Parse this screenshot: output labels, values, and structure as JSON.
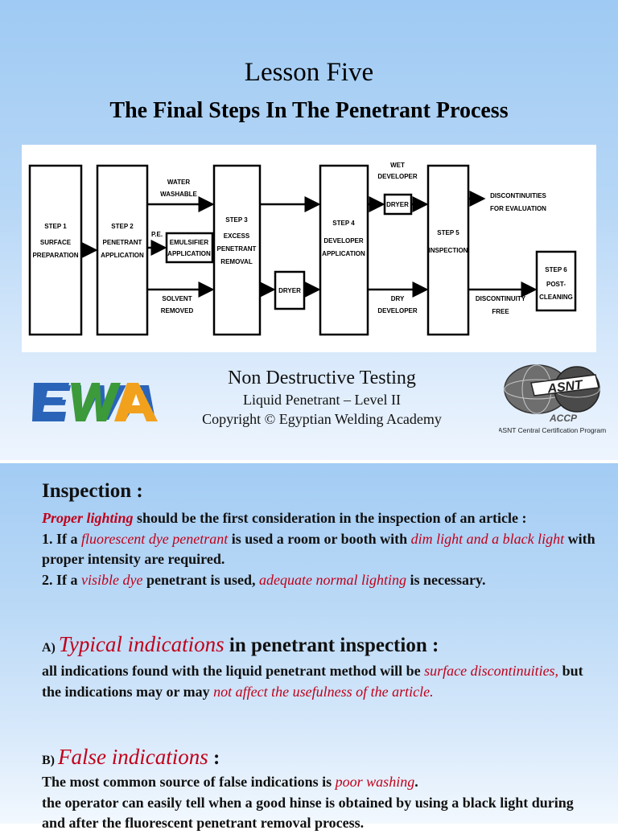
{
  "slide1": {
    "lesson_title": "Lesson Five",
    "subtitle": "The Final Steps In The Penetrant Process",
    "diagram": {
      "step1": [
        "STEP 1",
        "SURFACE",
        "PREPARATION"
      ],
      "step2": [
        "STEP 2",
        "PENETRANT",
        "APPLICATION"
      ],
      "step3": [
        "STEP 3",
        "EXCESS",
        "PENETRANT",
        "REMOVAL"
      ],
      "step4": [
        "STEP 4",
        "DEVELOPER",
        "APPLICATION"
      ],
      "step5": [
        "STEP 5",
        "INSPECTION"
      ],
      "step6": [
        "STEP 6",
        "POST-",
        "CLEANING"
      ],
      "water_washable": [
        "WATER",
        "WASHABLE"
      ],
      "ps": "P.E.",
      "emulsifier": [
        "EMULSIFIER",
        "APPLICATION"
      ],
      "solvent_removed": [
        "SOLVENT",
        "REMOVED"
      ],
      "dryer": "DRYER",
      "wet_developer": [
        "WET",
        "DEVELOPER"
      ],
      "dry_developer": [
        "DRY",
        "DEVELOPER"
      ],
      "discontinuities": [
        "DISCONTINUITIES",
        "FOR EVALUATION"
      ],
      "discontinuity_free": [
        "DISCONTINUITY",
        "FREE"
      ]
    },
    "ewa_logo_text": "EWA",
    "ndt_line1": "Non Destructive Testing",
    "ndt_line2": "Liquid Penetrant – Level II",
    "ndt_line3": "Copyright © Egyptian Welding Academy",
    "asnt_logo_text": "ASNT",
    "asnt_caption": "ASNT Central Certification Program",
    "acc_text": "ACCP"
  },
  "slide2": {
    "inspection_heading": "Inspection :",
    "p1_red1": "Proper lighting",
    "p1_t1": " should be the first consideration in the inspection of an article :",
    "p1_num1": "1. If a ",
    "p1_red2": "fluorescent dye penetrant",
    "p1_t2": " is used a room or booth with ",
    "p1_red3": "dim light and a black light",
    "p1_t3": " with proper intensity are required.",
    "p1_num2": "2. If a ",
    "p1_red4": "visible dye",
    "p1_t4": " penetrant is used, ",
    "p1_red5": "adequate normal lighting",
    "p1_t5": " is necessary.",
    "a_label": "A) ",
    "a_red": "Typical indications",
    "a_rest": " in penetrant inspection :",
    "pA_t1": "all indications found with the liquid penetrant method will be ",
    "pA_red1": "surface discontinuities,",
    "pA_t2": " but the indications may or may ",
    "pA_red2": "not affect the usefulness of the article.",
    "b_label": "B) ",
    "b_red": "False indications",
    "b_rest": " :",
    "pB_t1": "The most common source of false indications is ",
    "pB_red1": "poor washing",
    "pB_t2": ".",
    "pB_t3": "the operator can easily tell when a good hinse is obtained by using a black light during and after the fluorescent penetrant removal process."
  }
}
